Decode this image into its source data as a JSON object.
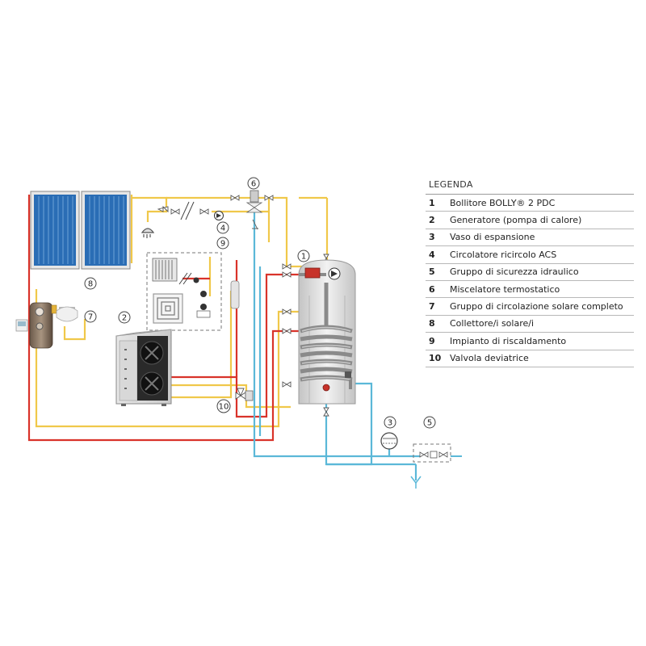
{
  "legend": {
    "title": "LEGENDA",
    "items": [
      {
        "num": "1",
        "text": "Bollitore BOLLY® 2 PDC"
      },
      {
        "num": "2",
        "text": "Generatore (pompa di calore)"
      },
      {
        "num": "3",
        "text": "Vaso di espansione"
      },
      {
        "num": "4",
        "text": "Circolatore ricircolo ACS"
      },
      {
        "num": "5",
        "text": "Gruppo di sicurezza idraulico"
      },
      {
        "num": "6",
        "text": "Miscelatore termostatico"
      },
      {
        "num": "7",
        "text": "Gruppo di circolazione solare completo"
      },
      {
        "num": "8",
        "text": "Collettore/i  solare/i"
      },
      {
        "num": "9",
        "text": "Impianto di riscaldamento"
      },
      {
        "num": "10",
        "text": "Valvola deviatrice"
      }
    ]
  },
  "callouts": {
    "c1": "1",
    "c2": "2",
    "c3": "3",
    "c4": "4",
    "c5": "5",
    "c6": "6",
    "c7": "7",
    "c8": "8",
    "c9": "9",
    "c10": "10"
  },
  "colors": {
    "hot_pipe": "#d9332a",
    "warm_pipe": "#f0c84a",
    "cold_pipe": "#5bb8d8",
    "solar_panel": "#2a6db5",
    "tank": "#d6d6d6",
    "coil": "#8a8a8a"
  },
  "icons": [
    "solar-collector-icon",
    "heat-pump-icon",
    "expansion-vessel-icon",
    "pump-icon",
    "valve-icon",
    "radiator-icon",
    "underfloor-heating-icon",
    "shower-icon",
    "solar-pump-group-icon",
    "drain-funnel-icon"
  ]
}
